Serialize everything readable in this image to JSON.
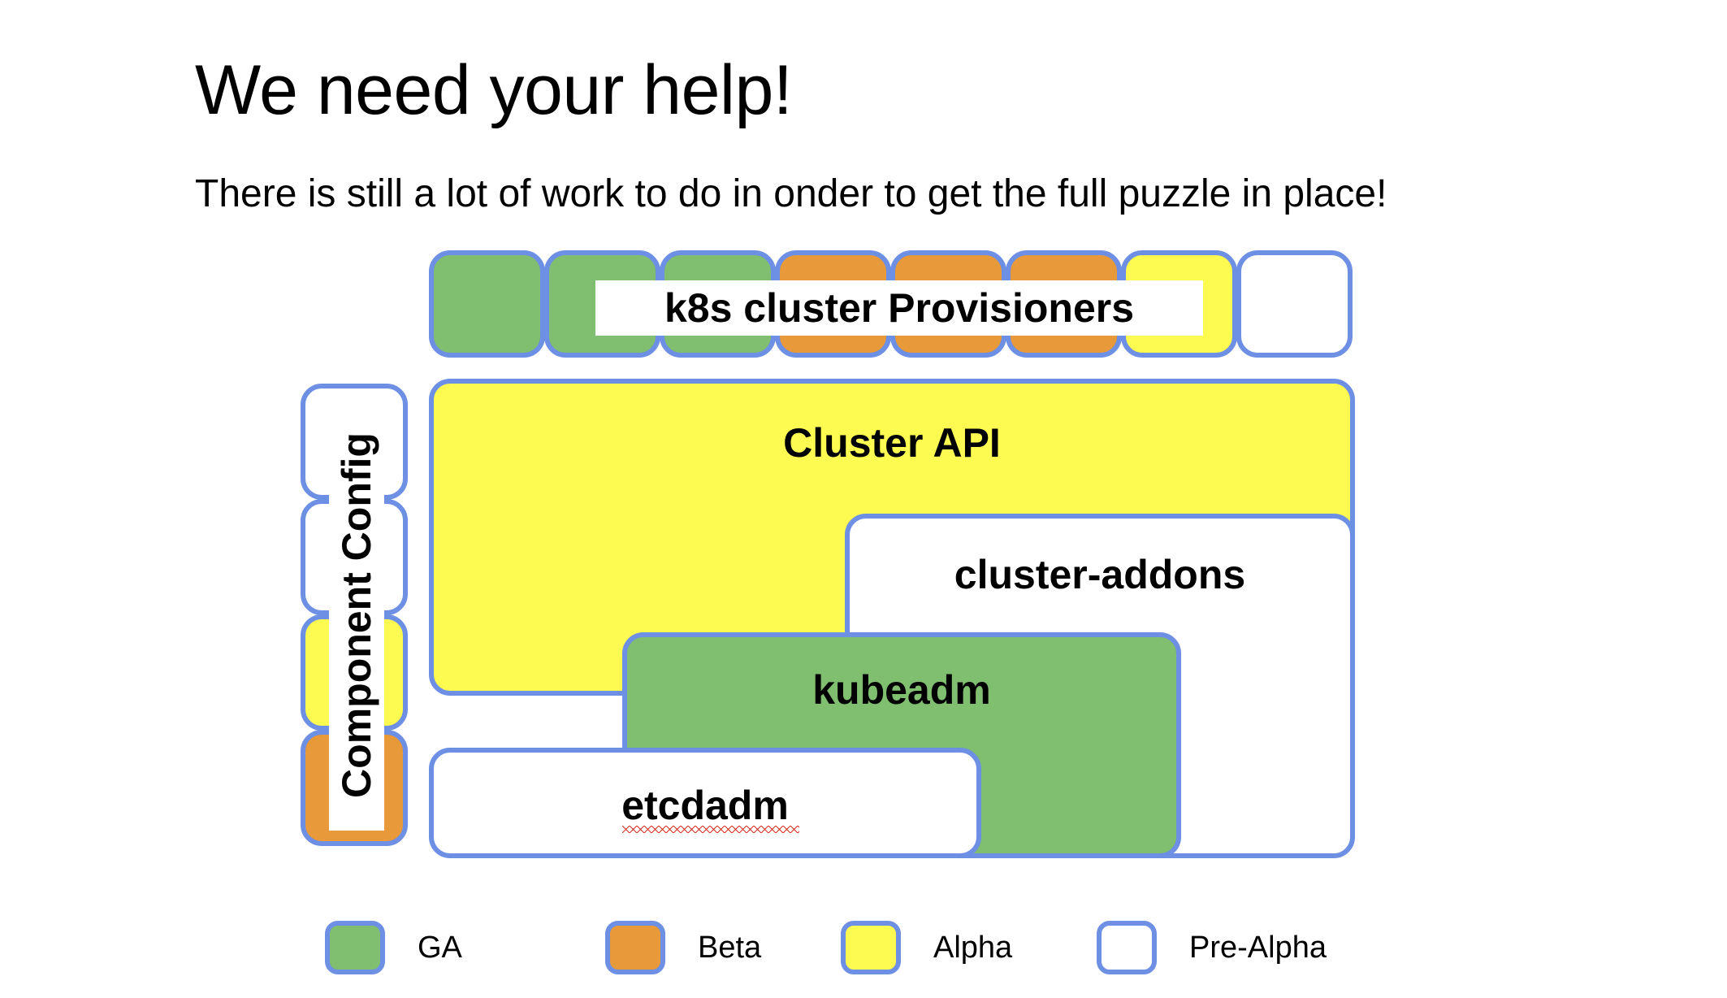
{
  "slide": {
    "title": "We need your help!",
    "subtitle": "There is still a lot of work to do in onder to get the full puzzle in place!"
  },
  "colors": {
    "border": "#6d8fe4",
    "ga": "#80be70",
    "beta": "#e8993a",
    "alpha": "#fdfa52",
    "prealpha": "#ffffff",
    "spellcheck_underline": "#d93025"
  },
  "diagram": {
    "provisioners": {
      "label": "k8s cluster Provisioners",
      "boxes": [
        {
          "status": "GA"
        },
        {
          "status": "GA"
        },
        {
          "status": "GA"
        },
        {
          "status": "Beta"
        },
        {
          "status": "Beta"
        },
        {
          "status": "Beta"
        },
        {
          "status": "Alpha"
        },
        {
          "status": "Pre-Alpha"
        }
      ]
    },
    "component_config": {
      "label": "Component Config",
      "boxes": [
        {
          "status": "Pre-Alpha"
        },
        {
          "status": "Pre-Alpha"
        },
        {
          "status": "Alpha"
        },
        {
          "status": "Beta"
        }
      ]
    },
    "nested_boxes": [
      {
        "label": "Cluster API",
        "status": "Alpha"
      },
      {
        "label": "cluster-addons",
        "status": "Pre-Alpha"
      },
      {
        "label": "kubeadm",
        "status": "GA"
      },
      {
        "label": "etcdadm",
        "status": "Pre-Alpha",
        "spellcheck_underline": true
      }
    ]
  },
  "legend": {
    "items": [
      {
        "label": "GA",
        "status": "GA"
      },
      {
        "label": "Beta",
        "status": "Beta"
      },
      {
        "label": "Alpha",
        "status": "Alpha"
      },
      {
        "label": "Pre-Alpha",
        "status": "Pre-Alpha"
      }
    ]
  }
}
